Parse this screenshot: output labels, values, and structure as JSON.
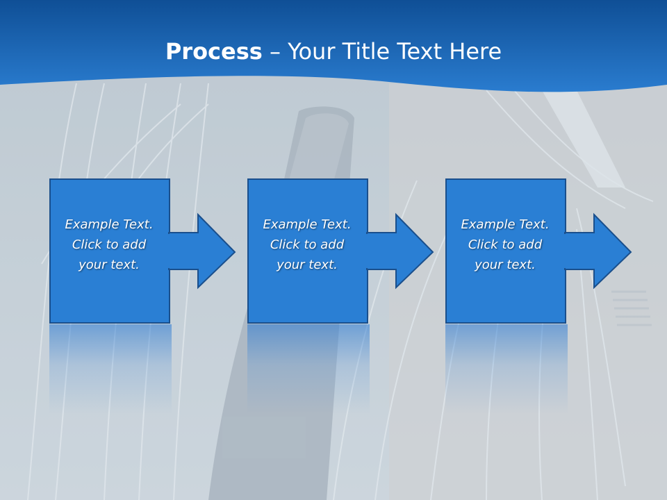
{
  "slide": {
    "title_bold": "Process",
    "title_rest": " – Your Title Text Here",
    "colors": {
      "title_band": "#1565b8",
      "box_fill": "#2a7fd4",
      "box_border": "#1a4f8c",
      "arrow_fill": "#2a7fd4",
      "background_overlay": "#c5d0da"
    },
    "background_description_icon": "railway-tracks-photo",
    "steps": [
      {
        "line1": "Example Text.",
        "line2": "Click  to add",
        "line3": "your text."
      },
      {
        "line1": "Example Text.",
        "line2": "Click  to add",
        "line3": "your text."
      },
      {
        "line1": "Example Text.",
        "line2": "Click  to add",
        "line3": "your text."
      }
    ]
  }
}
